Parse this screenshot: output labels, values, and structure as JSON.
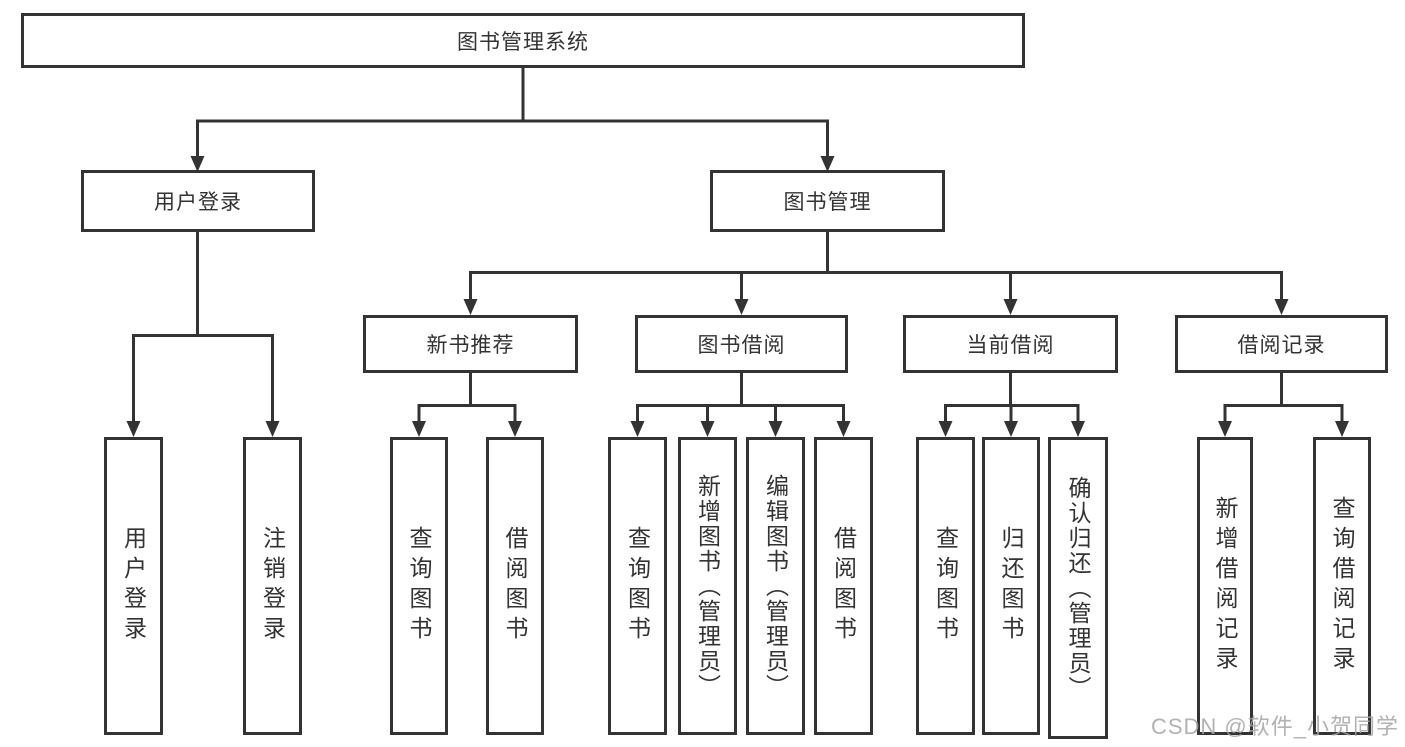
{
  "title": "图书管理系统",
  "nodes": {
    "root": "图书管理系统",
    "level2": {
      "user_login": "用户登录",
      "book_mgmt": "图书管理"
    },
    "level3": {
      "new_book": "新书推荐",
      "book_borrow": "图书借阅",
      "current_borrow": "当前借阅",
      "borrow_record": "借阅记录"
    },
    "level4": {
      "user_login_children": [
        "用户登录",
        "注销登录"
      ],
      "new_book_children": [
        "查询图书",
        "借阅图书"
      ],
      "book_borrow_children": [
        "查询图书",
        "新增图书（管理员）",
        "编辑图书（管理员）",
        "借阅图书"
      ],
      "current_borrow_children": [
        "查询图书",
        "归还图书",
        "确认归还（管理员）"
      ],
      "borrow_record_children": [
        "新增借阅记录",
        "查询借阅记录"
      ]
    }
  },
  "watermark": "CSDN @软件_小贺同学",
  "colors": {
    "line": "#333333",
    "text": "#333333",
    "background": "#ffffff",
    "watermark": "#a5a5a5"
  }
}
